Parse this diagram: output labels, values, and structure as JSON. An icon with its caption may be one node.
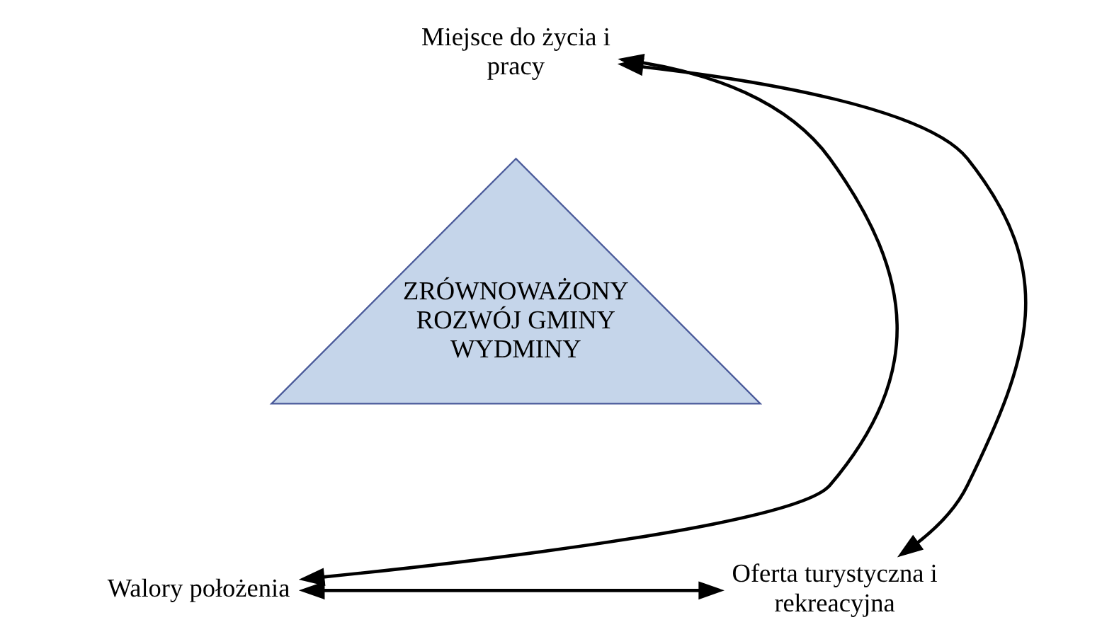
{
  "diagram": {
    "nodes": [
      {
        "text": [
          "Miejsce do życia i pracy"
        ]
      },
      {
        "text": [
          "ZRÓWNOWAŻONY ROZWÓJ GMINY WYDMINY"
        ]
      },
      {
        "text": [
          "Walory położenia"
        ]
      },
      {
        "text": [
          "Oferta turystyczna i rekreacyjna"
        ]
      }
    ],
    "edges": [
      {
        "from": 0,
        "to": 2,
        "arrow": "both"
      },
      {
        "from": 0,
        "to": 3,
        "arrow": "both"
      },
      {
        "from": 2,
        "to": 3,
        "arrow": "both"
      }
    ]
  }
}
